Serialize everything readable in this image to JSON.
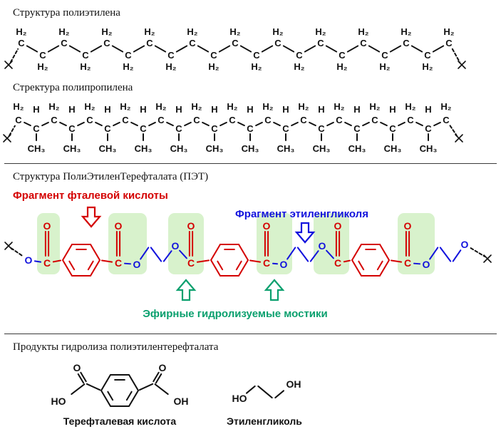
{
  "colors": {
    "black": "#111111",
    "red": "#d40000",
    "blue": "#1212dd",
    "green": "#0aa06e",
    "highlight": "#d8f2cc"
  },
  "sections": {
    "polyethylene": {
      "title": "Структура полиэтилена",
      "carbon": "C",
      "h2": "H₂"
    },
    "polypropylene": {
      "title": "Стректура полипропилена",
      "carbon": "C",
      "h2": "H₂",
      "h": "H",
      "ch3": "CH₃"
    },
    "pet": {
      "title": "Структура ПолиЭтиленТерефталата (ПЭТ)",
      "carbon": "C",
      "oxygen": "O",
      "phthalic_label": "Фрагмент фталевой кислоты",
      "glycol_label": "Фрагмент этиленгликоля",
      "ester_label": "Эфирные гидролизуемые мостики"
    },
    "hydrolysis": {
      "title": "Продукты гидролиза полиэтилентерефталата",
      "terephthalic": {
        "label": "Терефталевая кислота",
        "oxygen": "O",
        "ho": "HO",
        "oh": "OH"
      },
      "glycol": {
        "label": "Этиленгликоль",
        "ho": "HO",
        "oh": "OH"
      }
    }
  }
}
